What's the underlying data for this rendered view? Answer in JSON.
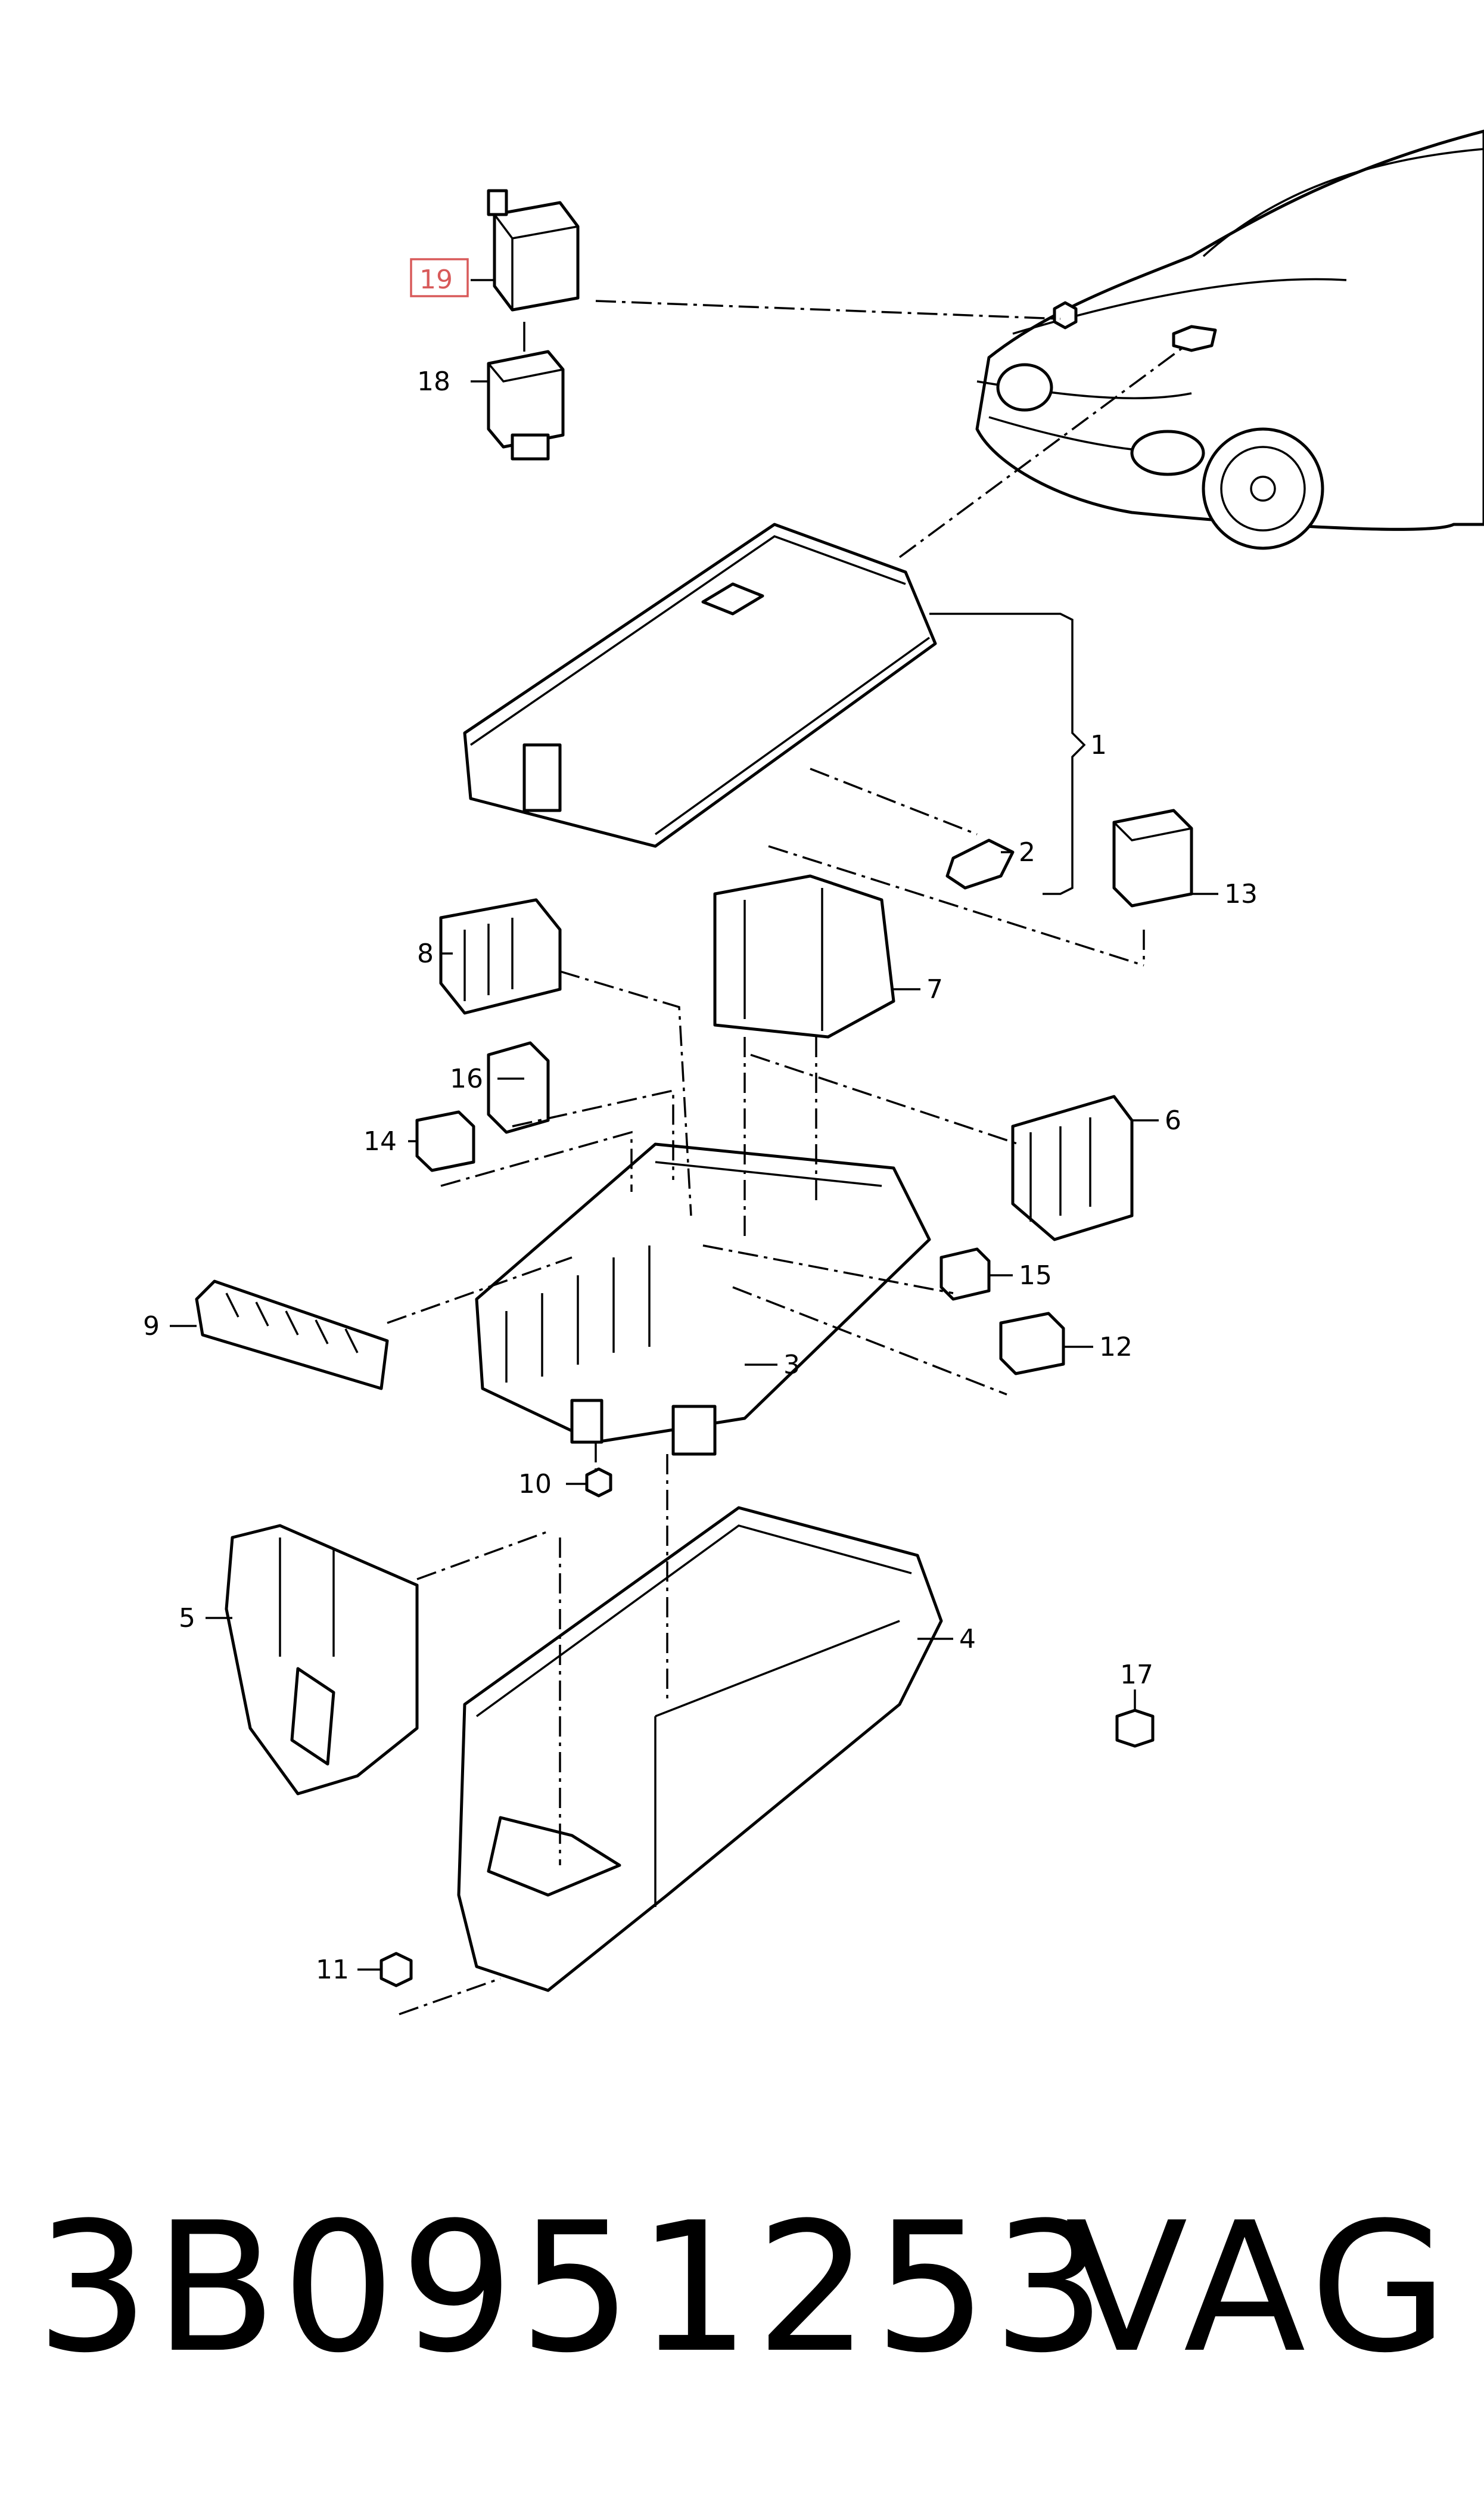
{
  "callouts": {
    "c1": "1",
    "c2": "2",
    "c3": "3",
    "c4": "4",
    "c5": "5",
    "c6": "6",
    "c7": "7",
    "c8": "8",
    "c9": "9",
    "c10": "10",
    "c11": "11",
    "c12": "12",
    "c13": "13",
    "c14": "14",
    "c15": "15",
    "c16": "16",
    "c17": "17",
    "c18": "18",
    "c19": "19"
  },
  "highlighted_callout": "19",
  "highlight_color": "#d85a5a",
  "footer": {
    "part_number": "3B0951253",
    "brand": "VAG"
  }
}
